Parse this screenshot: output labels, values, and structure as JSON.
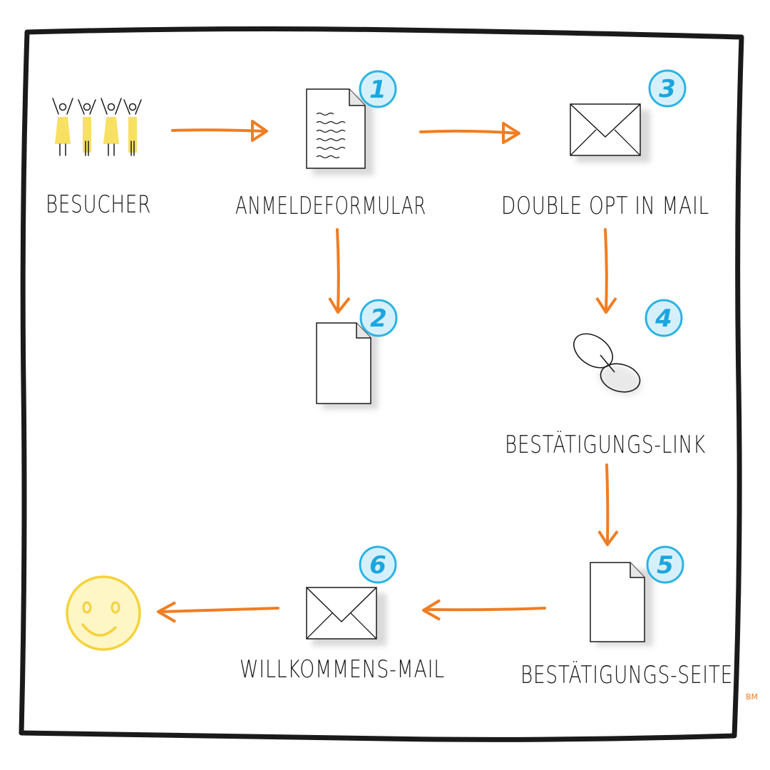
{
  "colors": {
    "arrow": "#f07d22",
    "badge_fill": "#d6f0fb",
    "badge_stroke": "#2bb3e3",
    "badge_text": "#1ba6de",
    "people_fill": "#f8e062",
    "smiley_fill": "#fff6c6",
    "smiley_stroke": "#f5d23a",
    "frame": "#1a1a1a"
  },
  "icons": {
    "visitors": "people-icon",
    "form": "document-text-icon",
    "double_opt_in": "envelope-icon",
    "page_2": "document-blank-icon",
    "link": "link-icon",
    "page_5": "document-blank-icon",
    "welcome": "envelope-icon",
    "result": "smiley-icon"
  },
  "labels": {
    "visitors": "BESUCHER",
    "form": "ANMELDEFORMULAR",
    "double_opt_in": "DOUBLE OPT IN MAIL",
    "link": "BESTÄTIGUNGS-LINK",
    "confirm_page": "BESTÄTIGUNGS-SEITE",
    "welcome": "WILLKOMMENS-MAIL"
  },
  "badges": {
    "b1": "1",
    "b2": "2",
    "b3": "3",
    "b4": "4",
    "b5": "5",
    "b6": "6"
  },
  "signature": "BM"
}
